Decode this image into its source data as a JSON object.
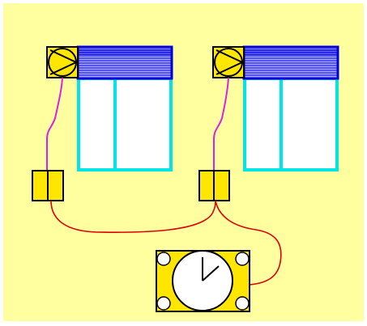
{
  "diagram": {
    "background_color": "#FFFFA0",
    "colors": {
      "window_frame": "#00E5E5",
      "window_glass": "#FFFFFF",
      "shutter_blue": "#0000DD",
      "shutter_slat_light": "#A8A8FF",
      "motor_fill": "#FFE600",
      "motor_stroke": "#000000",
      "switch_fill": "#FFE600",
      "timer_fill": "#FFE600",
      "timer_face": "#FFFFFF",
      "motor_cable": "#E020E0",
      "bus_cable": "#E00000"
    },
    "units": [
      {
        "id": "unit-left",
        "components": [
          "motor-icon",
          "roller-shutter",
          "window",
          "wall-switch"
        ]
      },
      {
        "id": "unit-right",
        "components": [
          "motor-icon",
          "roller-shutter",
          "window",
          "wall-switch"
        ]
      }
    ],
    "timer": {
      "icon": "clock-icon",
      "has_corner_screws": true
    }
  }
}
